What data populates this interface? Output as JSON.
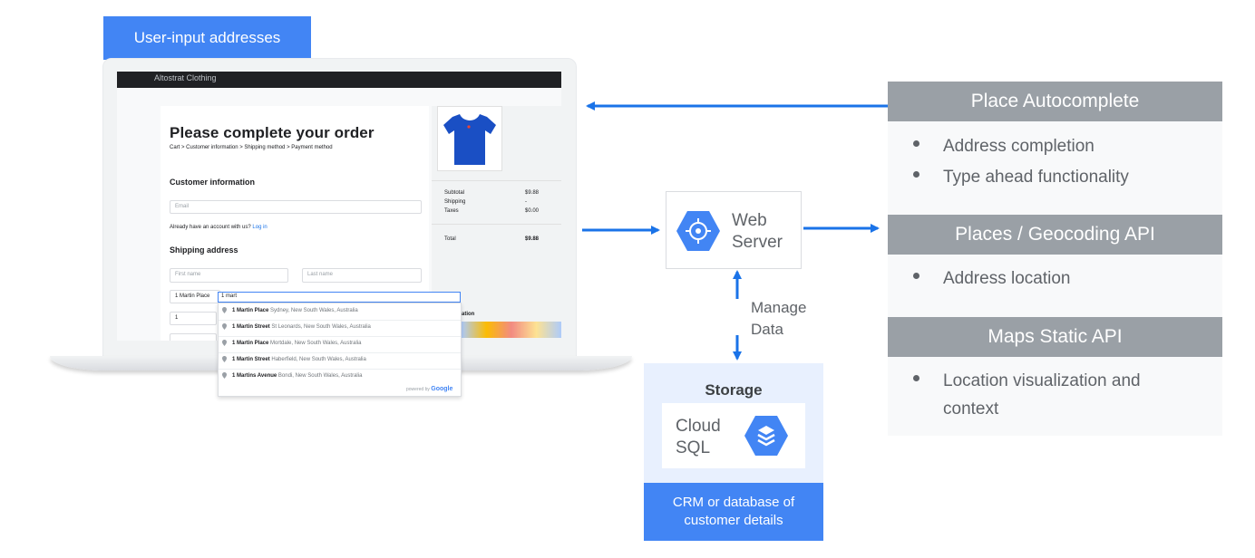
{
  "user_input_label": "User-input addresses",
  "app": {
    "bar_title": "Altostrat Clothing",
    "form_title": "Please complete your order",
    "breadcrumb": "Cart > Customer information > Shipping method > Payment method",
    "customer_info_heading": "Customer information",
    "email_placeholder": "Email",
    "account_text": "Already have an account with us?",
    "login_link": "Log in",
    "shipping_heading": "Shipping address",
    "first_name_placeholder": "First name",
    "last_name_placeholder": "Last name",
    "address_value": "1 Martin Place",
    "apt_value": "1",
    "summary": {
      "subtotal_label": "Subtotal",
      "subtotal_value": "$9.88",
      "shipping_label": "Shipping",
      "shipping_value": "-",
      "taxes_label": "Taxes",
      "taxes_value": "$0.00",
      "total_label": "Total",
      "total_value": "$9.88",
      "location_partial": "ation"
    }
  },
  "autocomplete": {
    "query": "1 mart",
    "suggestions": [
      {
        "name": "1 Martin Place",
        "address": "Sydney, New South Wales, Australia"
      },
      {
        "name": "1 Martin Street",
        "address": "St Leonards, New South Wales, Australia"
      },
      {
        "name": "1 Martin Place",
        "address": "Mortdale, New South Wales, Australia"
      },
      {
        "name": "1 Martin Street",
        "address": "Haberfield, New South Wales, Australia"
      },
      {
        "name": "1 Martins Avenue",
        "address": "Bondi, New South Wales, Australia"
      }
    ],
    "powered_by": "powered by",
    "google": "Google"
  },
  "web_server": {
    "line1": "Web",
    "line2": "Server",
    "icon": "compute-engine-icon"
  },
  "manage_data": {
    "line1": "Manage",
    "line2": "Data"
  },
  "storage": {
    "title": "Storage",
    "service_line1": "Cloud",
    "service_line2": "SQL",
    "icon": "cloud-sql-icon",
    "footer_line1": "CRM or database of",
    "footer_line2": "customer details"
  },
  "apis": [
    {
      "title": "Place Autocomplete",
      "bullets": [
        "Address completion",
        "Type ahead functionality"
      ]
    },
    {
      "title": "Places / Geocoding API",
      "bullets": [
        "Address location"
      ]
    },
    {
      "title": "Maps Static API",
      "bullets": [
        "Location visualization and context"
      ]
    }
  ],
  "colors": {
    "accent": "#4285f4",
    "arrow": "#1a73e8",
    "api_header": "#9aa0a6",
    "storage_bg": "#e8f0fe"
  }
}
